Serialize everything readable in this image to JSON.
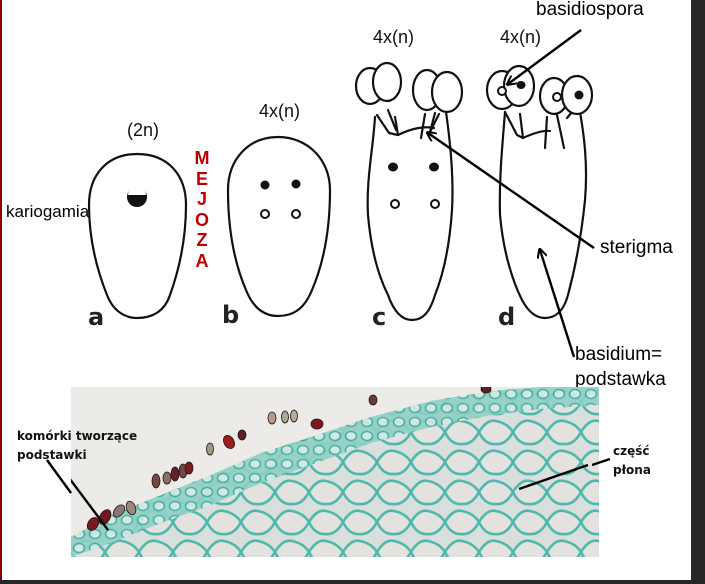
{
  "labels": {
    "kariogamia": "kariogamia",
    "basidiospora": "basidiospora",
    "sterigma": "sterigma",
    "basidium_line1": "basidium=",
    "basidium_line2": "podstawka"
  },
  "ploidy": {
    "a": "(2n)",
    "b": "4x(n)",
    "c": "4x(n)",
    "d": "4x(n)"
  },
  "meiosis_letters": [
    "M",
    "E",
    "J",
    "O",
    "Z",
    "A"
  ],
  "stages": [
    {
      "letter": "a"
    },
    {
      "letter": "b"
    },
    {
      "letter": "c"
    },
    {
      "letter": "d"
    }
  ],
  "photo": {
    "label_left_line1": "komórki tworzące",
    "label_left_line2": "podstawki",
    "label_right_line1": "część",
    "label_right_line2": "płona"
  },
  "colors": {
    "meiosis": "#c00000",
    "frame_left": "#8b0000",
    "background_dark": "#262626",
    "stain_green": "#4fb8ac",
    "spore_red": "#7a1a1f"
  }
}
